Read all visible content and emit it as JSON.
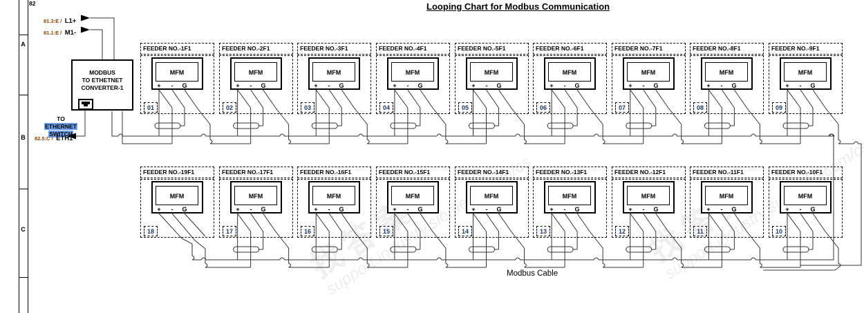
{
  "title": "Looping Chart for Modbus Communication",
  "frame": {
    "sheet_number": "82",
    "rows": [
      "A",
      "B",
      "C"
    ]
  },
  "converter": {
    "label_lines": [
      "MODBUS",
      "TO ETHETNET",
      "CONVERTER-1"
    ],
    "input_refs": [
      {
        "ref": "81.3:E /",
        "signal": "L1+"
      },
      {
        "ref": "81.1:E /",
        "signal": "M1-"
      }
    ],
    "eth_note": {
      "prefix": "TO ",
      "hl_line1": "ETHERNET",
      "hl_line2": "SWITCH"
    },
    "eth_ref": {
      "ref": "82.5:C /",
      "signal": "ETH1"
    }
  },
  "mfm": {
    "label": "MFM",
    "terminals": [
      "+",
      "-",
      "G"
    ]
  },
  "feeders": {
    "top": [
      {
        "label": "FEEDER NO.-1F1",
        "tag": "01"
      },
      {
        "label": "FEEDER NO.-2F1",
        "tag": "02"
      },
      {
        "label": "FEEDER NO.-3F1",
        "tag": "03"
      },
      {
        "label": "FEEDER NO.-4F1",
        "tag": "04"
      },
      {
        "label": "FEEDER NO.-5F1",
        "tag": "05"
      },
      {
        "label": "FEEDER NO.-6F1",
        "tag": "06"
      },
      {
        "label": "FEEDER NO.-7F1",
        "tag": "07"
      },
      {
        "label": "FEEDER NO.-8F1",
        "tag": "08"
      },
      {
        "label": "FEEDER NO.-9F1",
        "tag": "09"
      }
    ],
    "bottom": [
      {
        "label": "FEEDER NO.-19F1",
        "tag": "18"
      },
      {
        "label": "FEEDER NO.-17F1",
        "tag": "17"
      },
      {
        "label": "FEEDER NO.-16F1",
        "tag": "16"
      },
      {
        "label": "FEEDER NO.-15F1",
        "tag": "15"
      },
      {
        "label": "FEEDER NO.-14F1",
        "tag": "14"
      },
      {
        "label": "FEEDER NO.-13F1",
        "tag": "13"
      },
      {
        "label": "FEEDER NO.-12F1",
        "tag": "12"
      },
      {
        "label": "FEEDER NO.-11F1",
        "tag": "11"
      },
      {
        "label": "FEEDER NO.-10F1",
        "tag": "10"
      }
    ]
  },
  "cable_label": "Modbus Cable",
  "watermark": {
    "cjk": "找答案",
    "url": "support.industry.siemens.com/cs"
  },
  "colors": {
    "tag_text": "#1f3864",
    "ref_text": "#8a4500",
    "highlight_bg": "#6d9eeb",
    "wire": "#333333"
  }
}
